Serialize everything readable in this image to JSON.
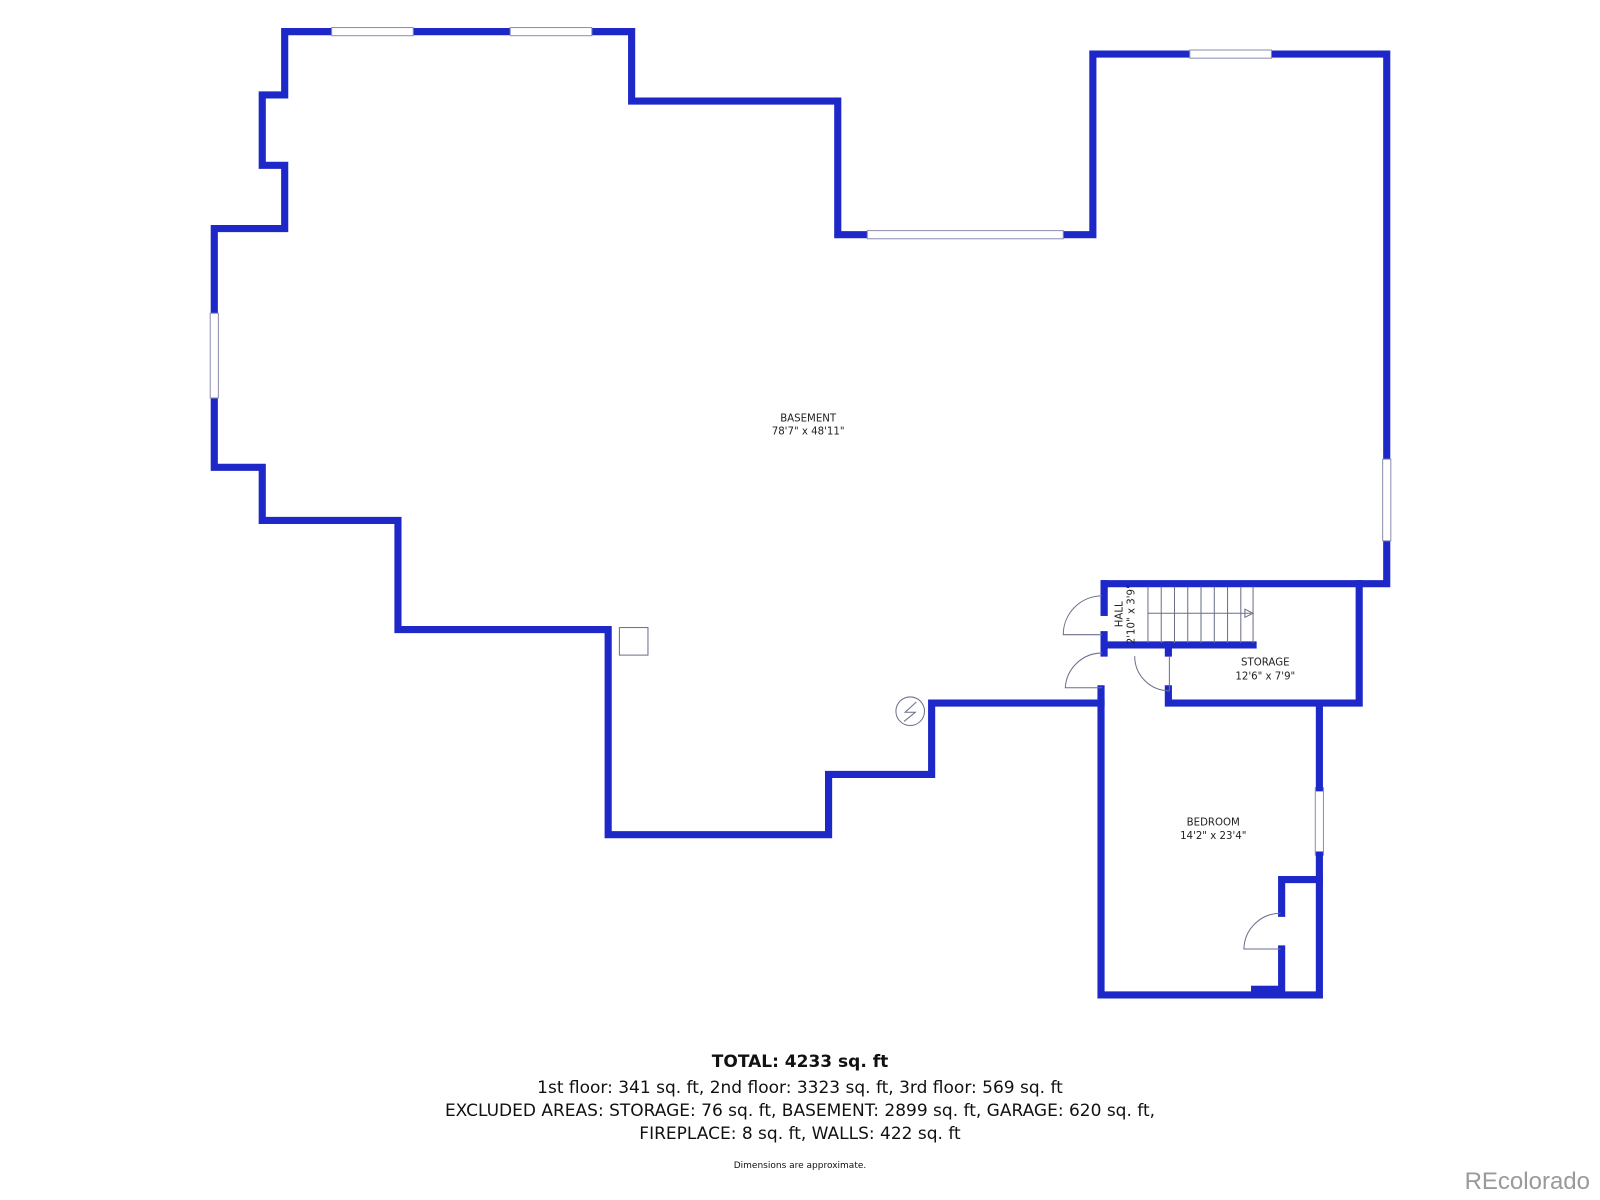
{
  "rooms": {
    "basement": {
      "name": "BASEMENT",
      "dims": "78'7\" x 48'11\""
    },
    "storage": {
      "name": "STORAGE",
      "dims": "12'6\" x 7'9\""
    },
    "bedroom": {
      "name": "BEDROOM",
      "dims": "14'2\" x 23'4\""
    },
    "hall": {
      "name": "HALL",
      "dims": "2'10\" x 3'9\""
    }
  },
  "summary": {
    "total": "TOTAL: 4233 sq. ft",
    "floors": "1st floor: 341 sq. ft, 2nd floor: 3323 sq. ft, 3rd floor: 569 sq. ft",
    "excluded_1": "EXCLUDED AREAS: STORAGE: 76 sq. ft, BASEMENT: 2899 sq. ft, GARAGE: 620 sq. ft,",
    "excluded_2": "FIREPLACE: 8 sq. ft, WALLS: 422 sq. ft",
    "disclaimer": "Dimensions are approximate."
  },
  "brand": "REcolorado",
  "colors": {
    "wall": "#1e28c8"
  }
}
